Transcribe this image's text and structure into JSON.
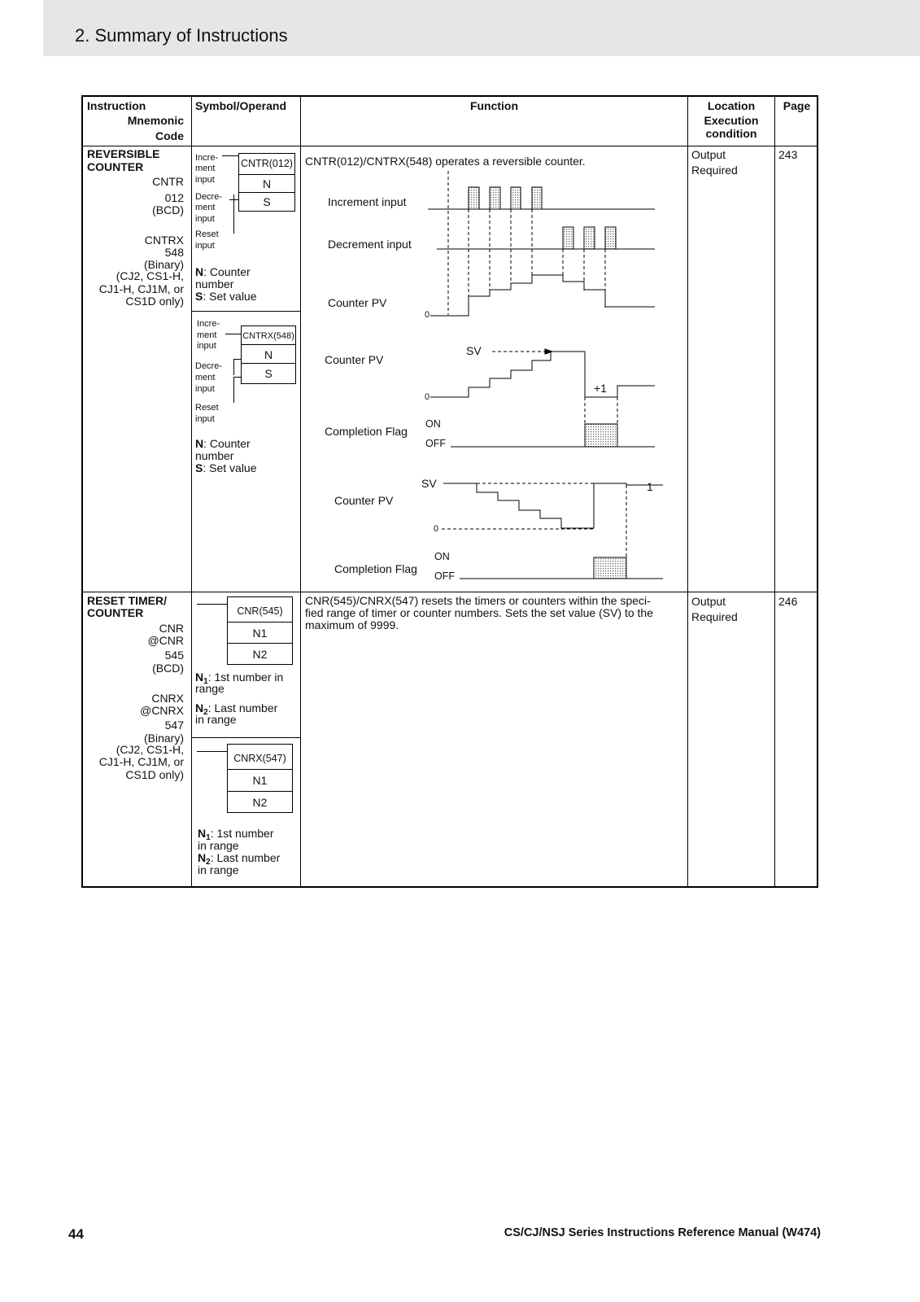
{
  "header": {
    "title": "2. Summary of Instructions"
  },
  "table": {
    "columns": {
      "instruction": "Instruction",
      "mnemonic": "Mnemonic",
      "code": "Code",
      "symbol": "Symbol/Operand",
      "function": "Function",
      "location": "Location",
      "execution": "Execution",
      "condition": "condition",
      "page": "Page"
    },
    "rows": [
      {
        "name_lines": [
          "REVERSIBLE",
          "COUNTER"
        ],
        "mnemonic_lines": [
          "CNTR",
          "012",
          "(BCD)",
          "CNTRX",
          "548",
          "(Binary)",
          "(CJ2, CS1-H,",
          "CJ1-H, CJ1M, or",
          "CS1D only)"
        ],
        "symbol1": {
          "box_label": "CNTR(012)",
          "ops": [
            "N",
            "S"
          ],
          "inputs": [
            [
              "Incre-",
              "ment",
              "input"
            ],
            [
              "Decre-",
              "ment",
              "input"
            ],
            [
              "Reset",
              "input"
            ]
          ],
          "desc": [
            {
              "term": "N",
              "text": ": Counter"
            },
            {
              "term": "",
              "text": "number"
            },
            {
              "term": "S",
              "text": ": Set value"
            }
          ]
        },
        "symbol2": {
          "box_label": "CNTRX(548)",
          "ops": [
            "N",
            "S"
          ],
          "inputs": [
            [
              "Incre-",
              "ment",
              "input"
            ],
            [
              "Decre-",
              "ment",
              "input"
            ],
            [
              "Reset",
              "input"
            ]
          ],
          "desc": [
            {
              "term": "N",
              "text": ": Counter"
            },
            {
              "term": "",
              "text": "number"
            },
            {
              "term": "S",
              "text": ": Set value"
            }
          ]
        },
        "function": "CNTR(012)/CNTRX(548) operates a reversible counter.",
        "timing": {
          "increment_input": "Increment input",
          "decrement_input": "Decrement input",
          "counter_pv": "Counter PV",
          "completion_flag": "Completion Flag",
          "zero": "0",
          "sv": "SV",
          "plus_one": "+1",
          "one": "1",
          "on": "ON",
          "off": "OFF"
        },
        "location_lines": [
          "Output",
          "Required"
        ],
        "page": "243"
      },
      {
        "name_lines": [
          "RESET TIMER/",
          "COUNTER"
        ],
        "mnemonic_lines": [
          "CNR",
          "@CNR",
          "545",
          "(BCD)",
          "CNRX",
          "@CNRX",
          "547",
          "(Binary)",
          "(CJ2, CS1-H,",
          "CJ1-H, CJ1M, or",
          "CS1D only)"
        ],
        "symbol1": {
          "box_label": "CNR(545)",
          "ops": [
            "N1",
            "N2"
          ],
          "desc": [
            {
              "term": "N",
              "sub": "1",
              "text": ": 1st number in",
              "cont": "range"
            },
            {
              "term": "N",
              "sub": "2",
              "text": ": Last number",
              "cont": "in range"
            }
          ]
        },
        "symbol2": {
          "box_label": "CNRX(547)",
          "ops": [
            "N1",
            "N2"
          ],
          "desc": [
            {
              "term": "N",
              "sub": "1",
              "text": ": 1st number",
              "cont": "in range"
            },
            {
              "term": "N",
              "sub": "2",
              "text": ": Last number",
              "cont": "in range"
            }
          ]
        },
        "function_lines": [
          "CNR(545)/CNRX(547) resets the timers or counters within the speci-",
          "fied range of timer or counter numbers. Sets the set value (SV) to the",
          "maximum of 9999."
        ],
        "location_lines": [
          "Output",
          "Required"
        ],
        "page": "246"
      }
    ]
  },
  "footer": {
    "page_number": "44",
    "manual_title": "CS/CJ/NSJ Series Instructions Reference Manual (W474)"
  }
}
